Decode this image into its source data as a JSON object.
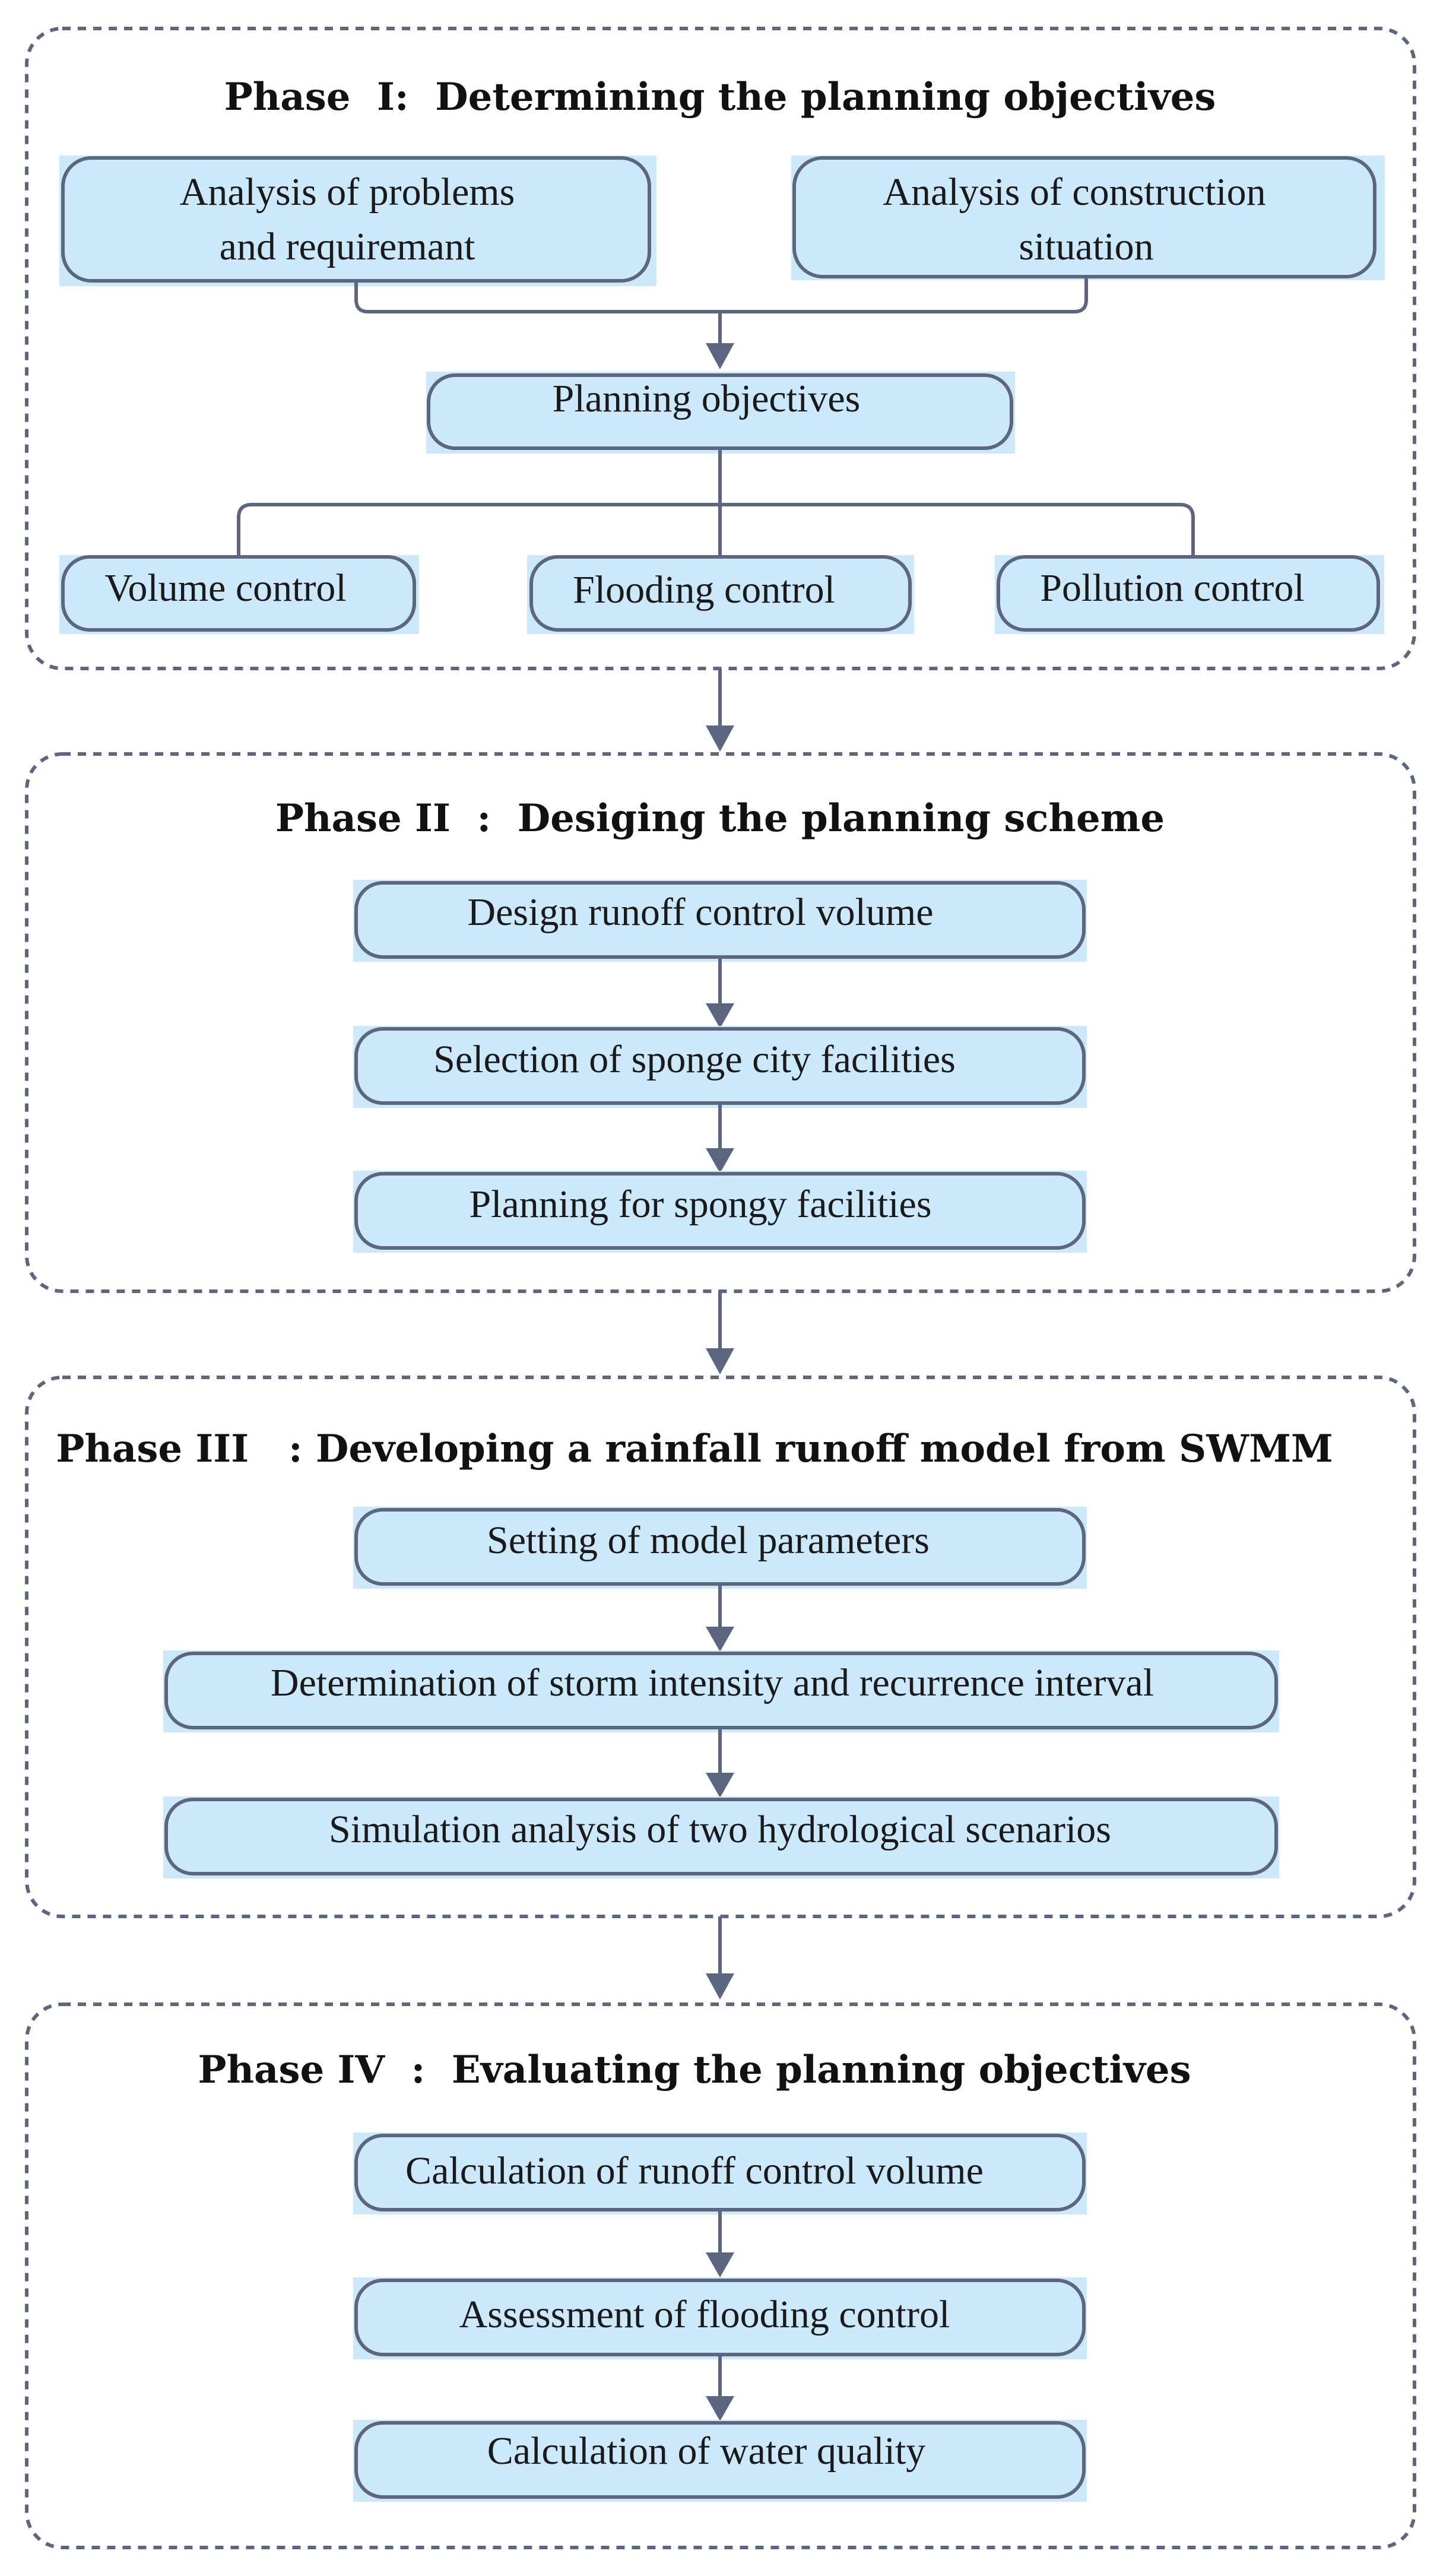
{
  "phases": {
    "p1": {
      "title": "Phase  I:  Determining the planning objectives",
      "analysis_problems": [
        "Analysis of problems",
        "and requiremant"
      ],
      "analysis_construction": [
        "Analysis of construction",
        "situation"
      ],
      "objectives": "Planning objectives",
      "volume": "Volume control",
      "flooding": "Flooding control",
      "pollution": "Pollution control"
    },
    "p2": {
      "title": "Phase II  :  Desiging the planning scheme",
      "step1": "Design runoff control volume",
      "step2": "Selection of sponge city facilities",
      "step3": "Planning for spongy facilities"
    },
    "p3": {
      "title": "Phase III   : Developing a rainfall runoff model from SWMM",
      "step1": "Setting of model parameters",
      "step2": "Determination of storm intensity and recurrence interval",
      "step3": "Simulation analysis of two hydrological scenarios"
    },
    "p4": {
      "title": "Phase IV  :  Evaluating the planning objectives",
      "step1": "Calculation of runoff control volume",
      "step2": "Assessment of flooding control",
      "step3": "Calculation of water quality"
    }
  },
  "colors": {
    "box_fill": "#cce9fb",
    "line": "#5c6680",
    "text": "#1a1a1a"
  }
}
